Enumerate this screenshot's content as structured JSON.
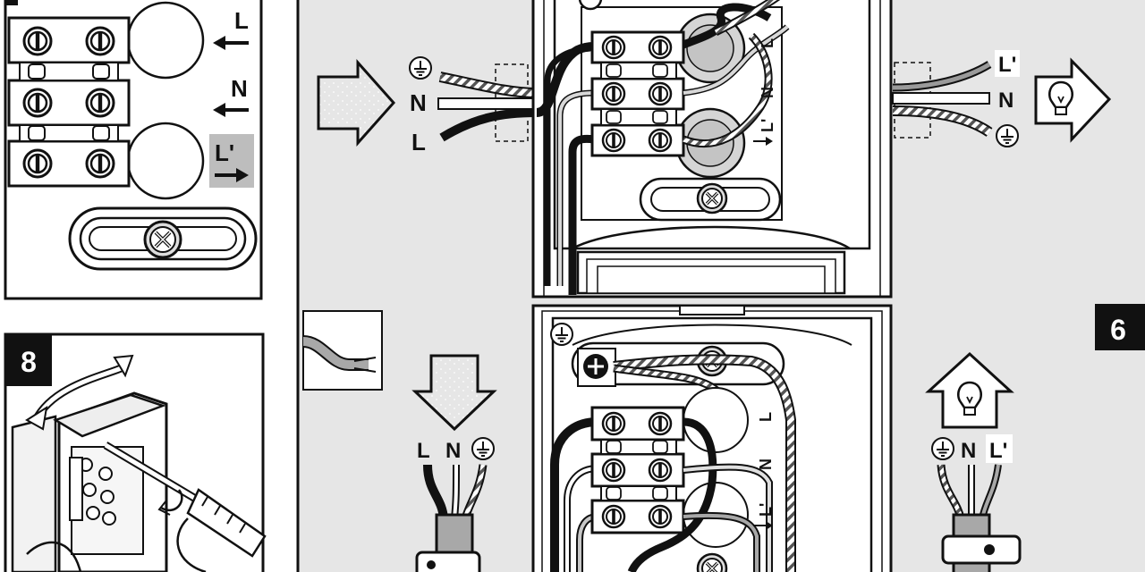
{
  "colors": {
    "panel_bg": "#e6e6e6",
    "line": "#111111",
    "wire_live": "#111111",
    "wire_grey": "#9a9a9a",
    "wire_light": "#d8d8d8",
    "highlight_box": "#bdbdbd",
    "badge_bg": "#111111",
    "badge_fg": "#ffffff"
  },
  "step_badges": {
    "left": "8",
    "right": "6"
  },
  "left_panel": {
    "terminal_labels": {
      "top": "L",
      "middle": "N",
      "bottom": "L'"
    }
  },
  "top_diagram": {
    "input_labels": {
      "earth": "⏚",
      "neutral": "N",
      "live": "L"
    },
    "output_labels": {
      "switched_live": "L'",
      "neutral": "N",
      "earth": "⏚"
    },
    "block_labels": {
      "top": "L",
      "middle": "N",
      "bottom": "L'"
    },
    "icons": [
      "input-arrow-icon",
      "lamp-arrow-icon"
    ]
  },
  "bottom_diagram": {
    "cable_left_labels": {
      "live": "L",
      "neutral": "N",
      "earth": "⏚"
    },
    "cable_right_labels": {
      "earth": "⏚",
      "neutral": "N",
      "switched_live": "L'"
    },
    "block_labels": {
      "top": "L",
      "middle": "N",
      "bottom": "L'"
    },
    "icons": [
      "down-arrow-icon",
      "lamp-up-arrow-icon",
      "cable-thumbnail-icon"
    ]
  }
}
